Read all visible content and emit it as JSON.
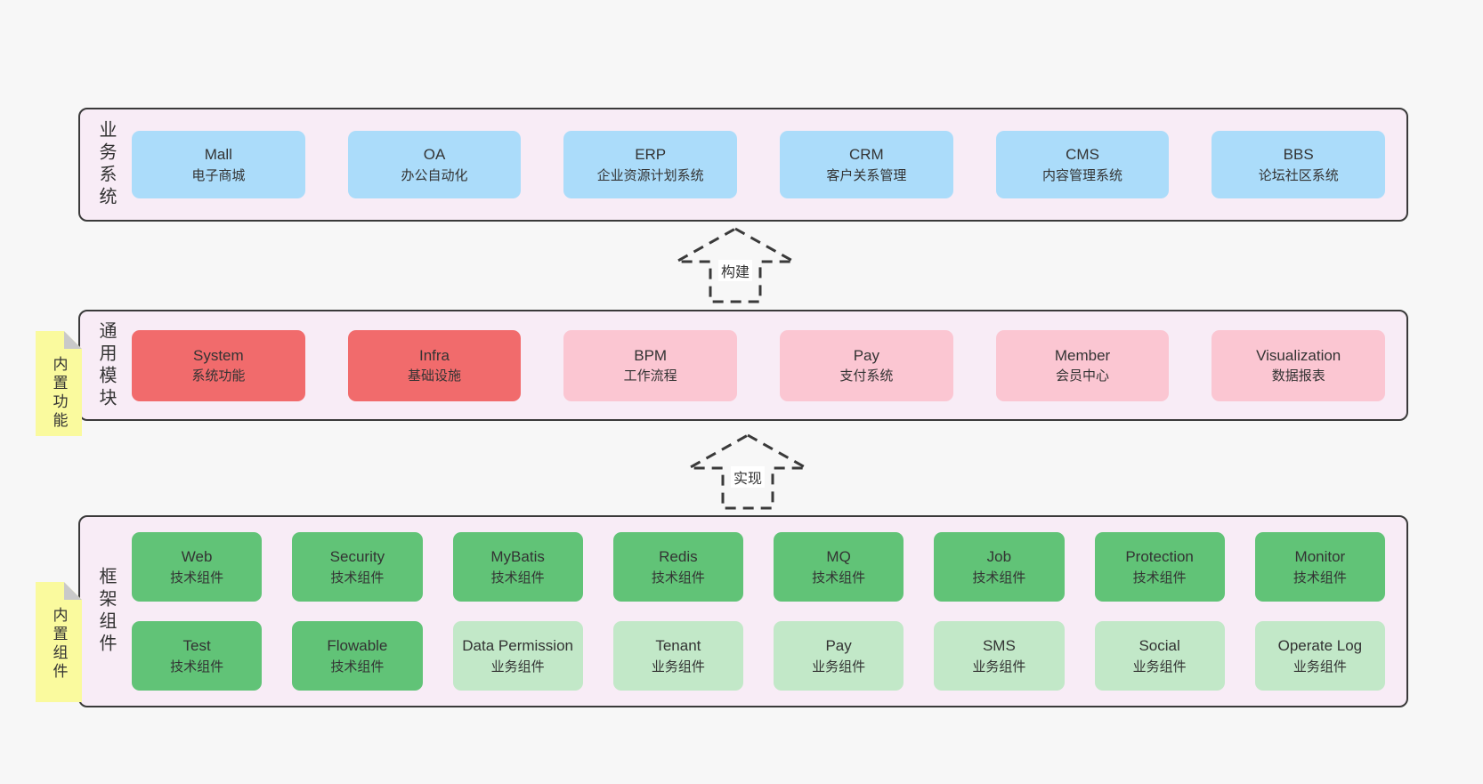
{
  "colors": {
    "page_bg": "#f7f7f7",
    "section_bg": "#f8ecf6",
    "section_border": "#3a3a3a",
    "blue_box": "#abdcfa",
    "red_box": "#f16b6c",
    "pink_box": "#fbc6d2",
    "green_dark_box": "#61c377",
    "green_light_box": "#c2e8c8",
    "sticky_yellow": "#fafa9e",
    "fold_gray": "#c9c9c9",
    "text": "#333333"
  },
  "arrows": {
    "build": "构建",
    "implement": "实现"
  },
  "sections": {
    "business": {
      "label": "业务系统",
      "boxes": [
        {
          "name": "Mall",
          "desc": "电子商城"
        },
        {
          "name": "OA",
          "desc": "办公自动化"
        },
        {
          "name": "ERP",
          "desc": "企业资源计划系统"
        },
        {
          "name": "CRM",
          "desc": "客户关系管理"
        },
        {
          "name": "CMS",
          "desc": "内容管理系统"
        },
        {
          "name": "BBS",
          "desc": "论坛社区系统"
        }
      ]
    },
    "modules": {
      "label": "通用模块",
      "sticky": "内置功能",
      "boxes": [
        {
          "name": "System",
          "desc": "系统功能"
        },
        {
          "name": "Infra",
          "desc": "基础设施"
        },
        {
          "name": "BPM",
          "desc": "工作流程"
        },
        {
          "name": "Pay",
          "desc": "支付系统"
        },
        {
          "name": "Member",
          "desc": "会员中心"
        },
        {
          "name": "Visualization",
          "desc": "数据报表"
        }
      ]
    },
    "components": {
      "label": "框架组件",
      "sticky": "内置组件",
      "row1": [
        {
          "name": "Web",
          "desc": "技术组件"
        },
        {
          "name": "Security",
          "desc": "技术组件"
        },
        {
          "name": "MyBatis",
          "desc": "技术组件"
        },
        {
          "name": "Redis",
          "desc": "技术组件"
        },
        {
          "name": "MQ",
          "desc": "技术组件"
        },
        {
          "name": "Job",
          "desc": "技术组件"
        },
        {
          "name": "Protection",
          "desc": "技术组件"
        },
        {
          "name": "Monitor",
          "desc": "技术组件"
        }
      ],
      "row2": [
        {
          "name": "Test",
          "desc": "技术组件"
        },
        {
          "name": "Flowable",
          "desc": "技术组件"
        },
        {
          "name": "Data Permission",
          "desc": "业务组件"
        },
        {
          "name": "Tenant",
          "desc": "业务组件"
        },
        {
          "name": "Pay",
          "desc": "业务组件"
        },
        {
          "name": "SMS",
          "desc": "业务组件"
        },
        {
          "name": "Social",
          "desc": "业务组件"
        },
        {
          "name": "Operate Log",
          "desc": "业务组件"
        }
      ]
    }
  }
}
